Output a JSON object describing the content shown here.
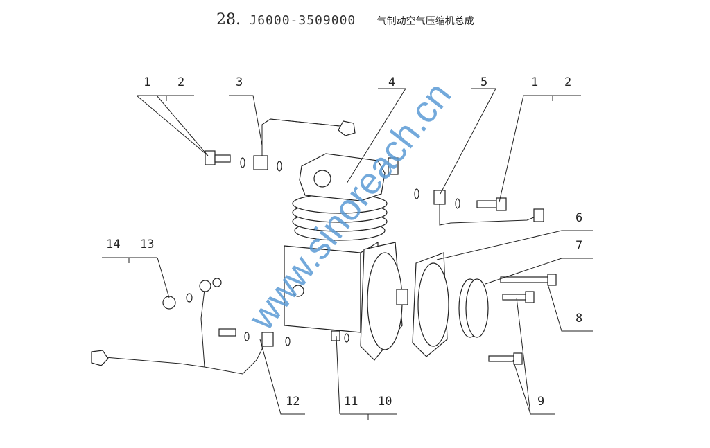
{
  "title": {
    "number": "28.",
    "part_code": "J6000-3509000",
    "name": "气制动空气压缩机总成"
  },
  "callouts": {
    "c1a": "1",
    "c2a": "2",
    "c3": "3",
    "c4": "4",
    "c5": "5",
    "c1b": "1",
    "c2b": "2",
    "c6": "6",
    "c7": "7",
    "c8": "8",
    "c9": "9",
    "c10": "10",
    "c11": "11",
    "c12": "12",
    "c13": "13",
    "c14": "14"
  },
  "watermark": "www.sinoreach.cn"
}
